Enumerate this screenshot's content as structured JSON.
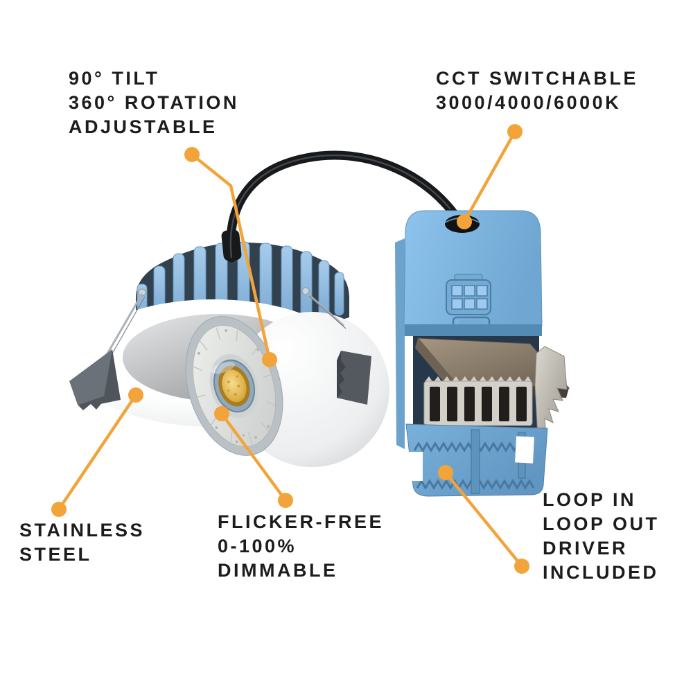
{
  "figure_type": "product-callout-diagram",
  "product_name": "Adjustable CCT-switchable LED downlight with loop-in/loop-out driver",
  "colors": {
    "background": "#FFFFFF",
    "text": "#1C1C1C",
    "accent": "#F2A43B",
    "fixture_blue": "#8CB9DE",
    "driver_blue": "#7FB6E0",
    "trim_white": "#F4F5F6"
  },
  "labels": {
    "tilt": {
      "lines": [
        "90° TILT",
        "360° ROTATION",
        "ADJUSTABLE"
      ]
    },
    "cct": {
      "lines": [
        "CCT SWITCHABLE",
        "3000/4000/6000K"
      ]
    },
    "stainless": {
      "lines": [
        "STAINLESS",
        "STEEL"
      ]
    },
    "dimmable": {
      "lines": [
        "FLICKER-FREE",
        "0-100%",
        "DIMMABLE"
      ]
    },
    "driver": {
      "lines": [
        "LOOP IN",
        "LOOP OUT",
        "DRIVER",
        "INCLUDED"
      ]
    }
  }
}
